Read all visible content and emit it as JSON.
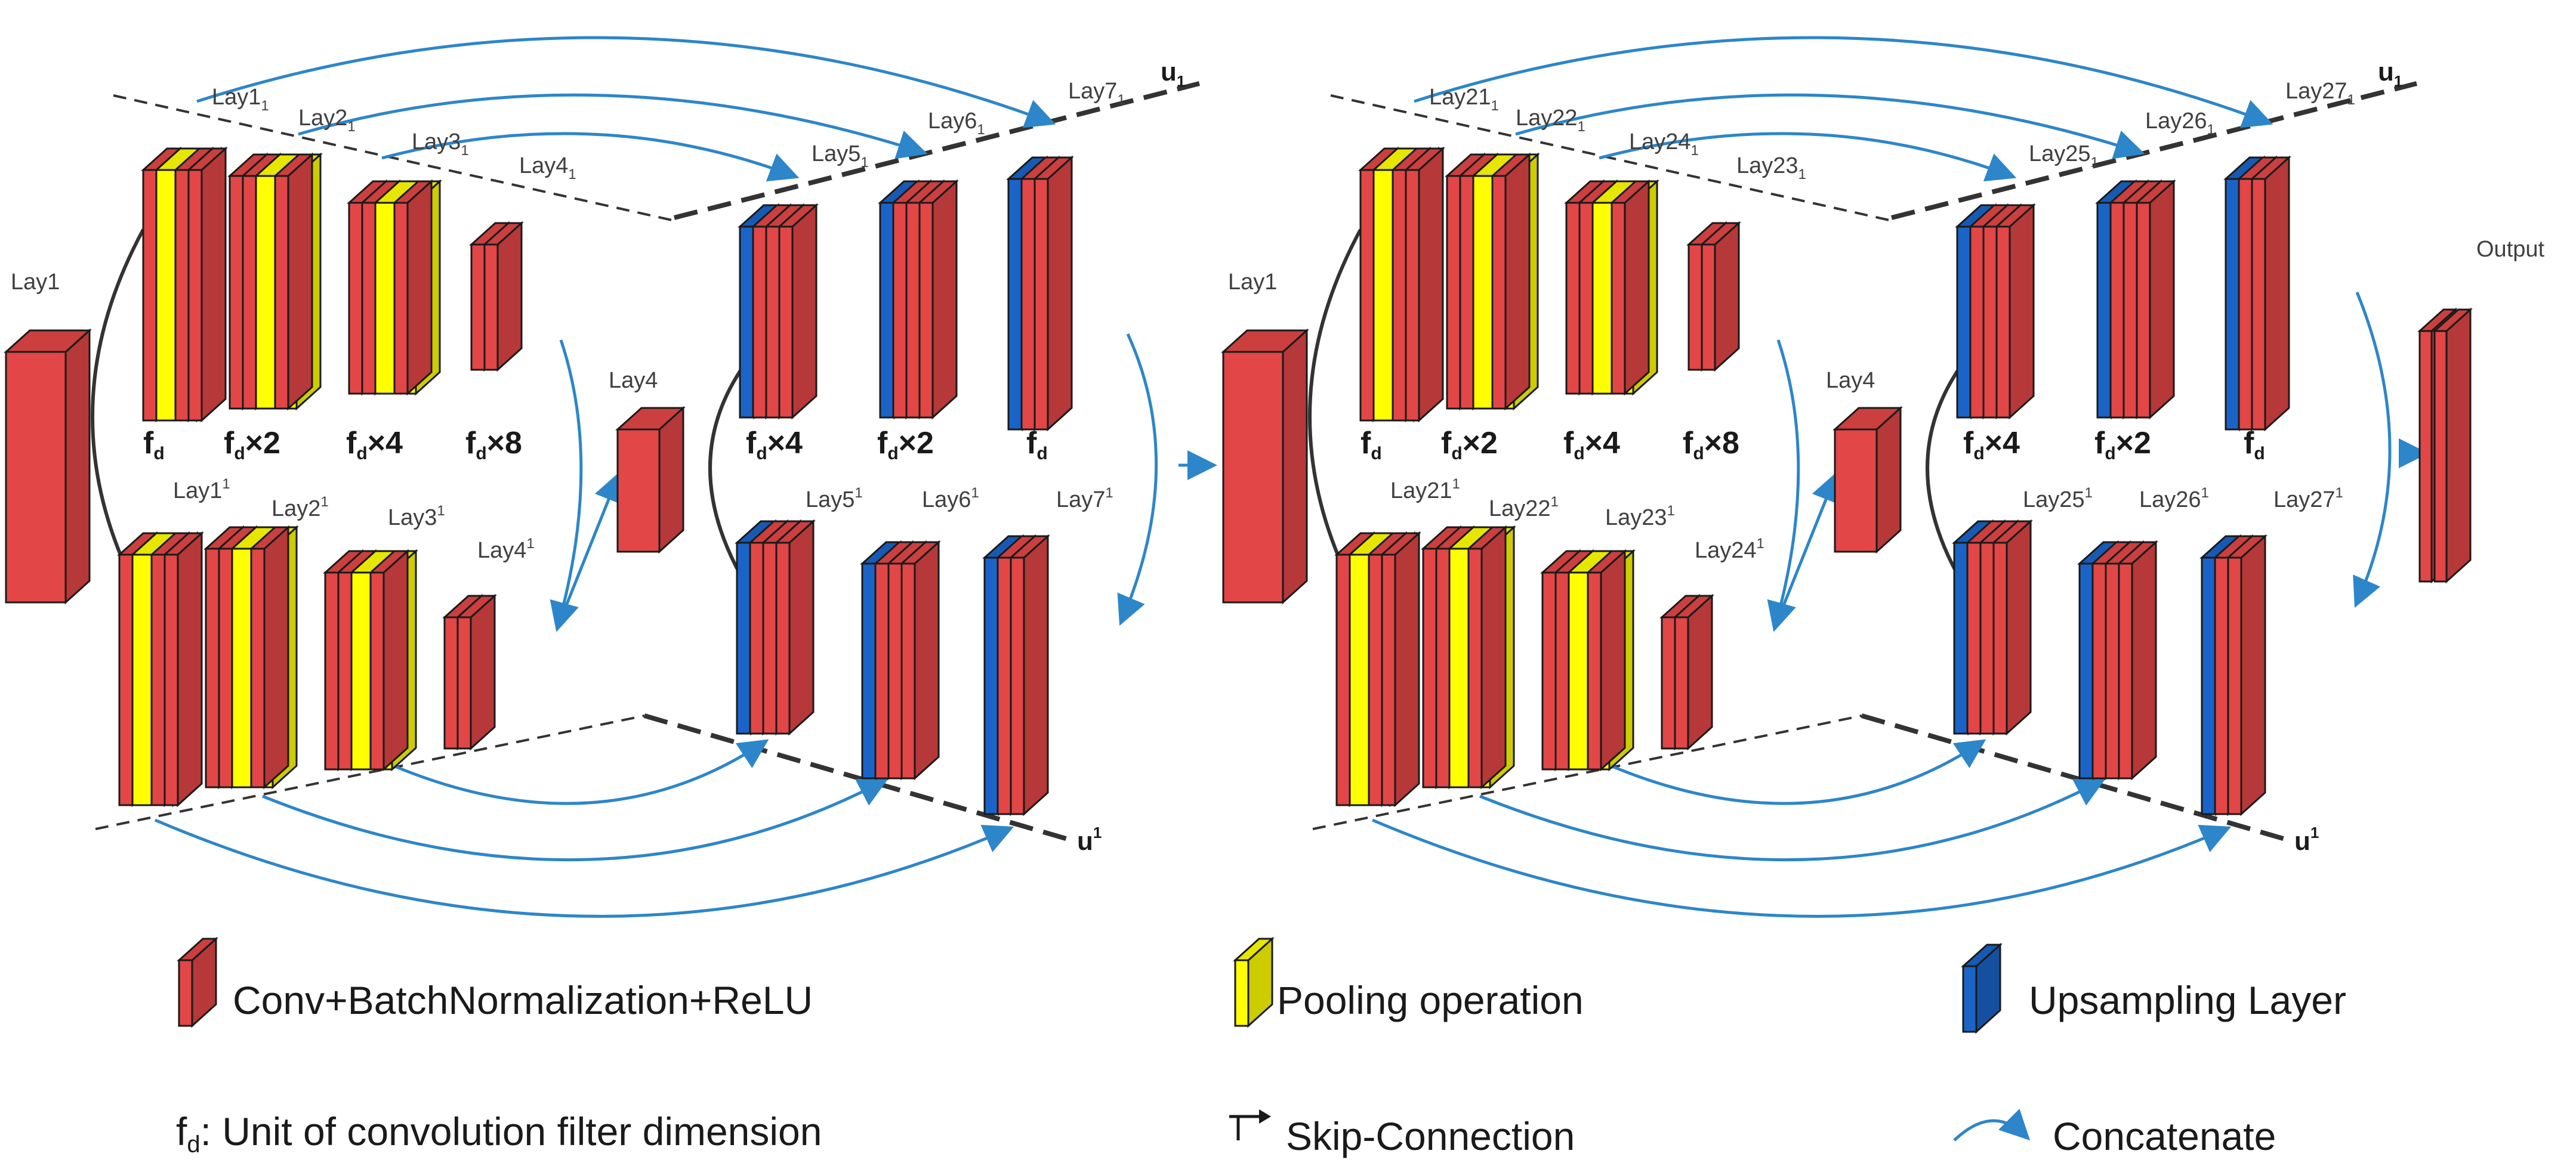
{
  "colors": {
    "conv": "#e34646",
    "pool": "#ffff00",
    "upsample": "#1a64c8",
    "arrow": "#2d86c9",
    "curve": "#333333",
    "outline": "#1a1a1a"
  },
  "left_network": {
    "input_label": "Lay1",
    "bottleneck_label": "Lay4",
    "top_layers": [
      {
        "base": "Lay1",
        "sub": "1"
      },
      {
        "base": "Lay2",
        "sub": "1"
      },
      {
        "base": "Lay3",
        "sub": "1"
      },
      {
        "base": "Lay4",
        "sub": "1"
      },
      {
        "base": "Lay5",
        "sub": "1"
      },
      {
        "base": "Lay6",
        "sub": "1"
      },
      {
        "base": "Lay7",
        "sub": "1"
      }
    ],
    "bottom_layers": [
      {
        "base": "Lay1",
        "sup": "1"
      },
      {
        "base": "Lay2",
        "sup": "1"
      },
      {
        "base": "Lay3",
        "sup": "1"
      },
      {
        "base": "Lay4",
        "sup": "1"
      },
      {
        "base": "Lay5",
        "sup": "1"
      },
      {
        "base": "Lay6",
        "sup": "1"
      },
      {
        "base": "Lay7",
        "sup": "1"
      }
    ],
    "filter_labels": [
      "×2",
      "×4",
      "×8",
      "×4",
      "×2",
      ""
    ]
  },
  "right_network": {
    "input_label": "Lay1",
    "bottleneck_label": "Lay4",
    "output_label": "Output",
    "top_layers": [
      {
        "base": "Lay21",
        "sub": "1"
      },
      {
        "base": "Lay22",
        "sub": "1"
      },
      {
        "base": "Lay24",
        "sub": "1"
      },
      {
        "base": "Lay23",
        "sub": "1"
      },
      {
        "base": "Lay25",
        "sub": "1"
      },
      {
        "base": "Lay26",
        "sub": "1"
      },
      {
        "base": "Lay27",
        "sub": "1"
      }
    ],
    "bottom_layers": [
      {
        "base": "Lay21",
        "sup": "1"
      },
      {
        "base": "Lay22",
        "sup": "1"
      },
      {
        "base": "Lay23",
        "sup": "1"
      },
      {
        "base": "Lay24",
        "sup": "1"
      },
      {
        "base": "Lay25",
        "sup": "1"
      },
      {
        "base": "Lay26",
        "sup": "1"
      },
      {
        "base": "Lay27",
        "sup": "1"
      }
    ],
    "filter_labels": [
      "×2",
      "×4",
      "×8",
      "×4",
      "×2",
      ""
    ]
  },
  "fd_symbol": "f",
  "fd_subscript": "d",
  "u_symbol": "u",
  "u_sub": "1",
  "u_sup": "1",
  "legend": {
    "conv": "Conv+BatchNormalization+ReLU",
    "pool": "Pooling operation",
    "upsample": "Upsampling Layer",
    "fd_desc": ":  Unit of convolution filter dimension",
    "skip": "Skip-Connection",
    "concat": "Concatenate"
  }
}
